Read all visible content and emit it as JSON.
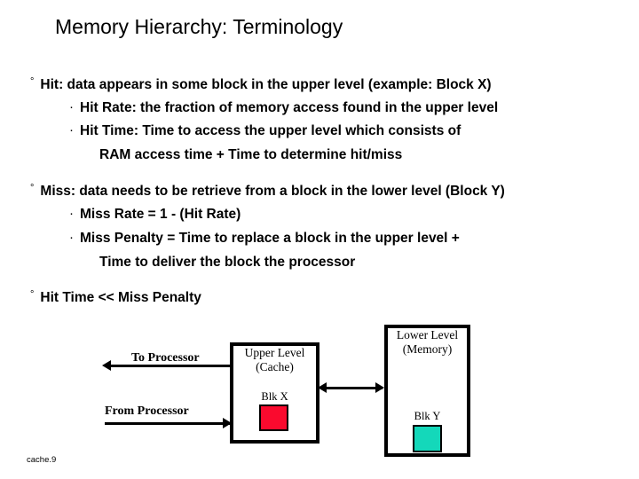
{
  "slide": {
    "title": "Memory Hierarchy: Terminology",
    "footer": "cache.9",
    "background_color": "#ffffff",
    "text_color": "#000000"
  },
  "bullets": [
    {
      "level": 1,
      "marker": "circle-hollow-bullet",
      "marker_glyph": "°",
      "text": "Hit: data appears in some block in the upper level (example: Block X)"
    },
    {
      "level": 2,
      "marker": "dot-bullet",
      "marker_glyph": "·",
      "text": "Hit Rate: the fraction of memory access found in the upper level"
    },
    {
      "level": 2,
      "marker": "dot-bullet",
      "marker_glyph": "·",
      "text": "Hit Time: Time to access the upper level which consists of"
    },
    {
      "level": 3,
      "marker": "none",
      "marker_glyph": "",
      "text": "RAM access time + Time to determine hit/miss"
    },
    {
      "level": 1,
      "marker": "circle-hollow-bullet",
      "marker_glyph": "°",
      "text": "Miss: data needs to be retrieve from a block in the lower level (Block Y)"
    },
    {
      "level": 2,
      "marker": "dot-bullet",
      "marker_glyph": "·",
      "text": "Miss Rate  = 1 - (Hit Rate)"
    },
    {
      "level": 2,
      "marker": "dot-bullet",
      "marker_glyph": "·",
      "text": "Miss Penalty = Time to replace a block in the upper level  +"
    },
    {
      "level": 3,
      "marker": "none",
      "marker_glyph": "",
      "text": "Time to deliver the block the processor"
    },
    {
      "level": 1,
      "marker": "circle-hollow-bullet",
      "marker_glyph": "°",
      "text": "Hit Time << Miss Penalty"
    }
  ],
  "diagram": {
    "upper_level": {
      "title_line1": "Upper Level",
      "title_line2": "(Cache)",
      "block_label": "Blk X",
      "block_color": "#fa0a2e"
    },
    "lower_level": {
      "title_line1": "Lower Level",
      "title_line2": "(Memory)",
      "block_label": "Blk Y",
      "block_color": "#14d8ba"
    },
    "arrows": {
      "to_processor": "To Processor",
      "from_processor": "From Processor",
      "between_levels": "bidirectional-transfer"
    }
  }
}
